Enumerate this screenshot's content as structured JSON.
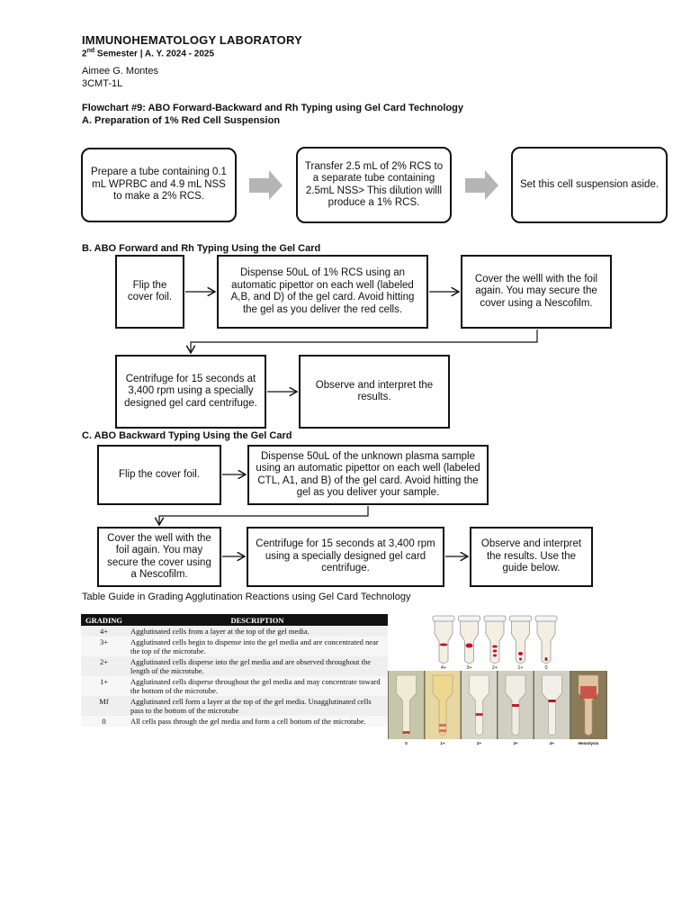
{
  "header": {
    "title": "IMMUNOHEMATOLOGY LABORATORY",
    "semester_num": "2",
    "semester_sup": "nd",
    "semester_rest": " Semester | A. Y. 2024 - 2025",
    "author": "Aimee G. Montes",
    "section": "3CMT-1L"
  },
  "flowchart": {
    "title": "Flowchart #9: ABO Forward-Backward and Rh Typing using Gel Card Technology",
    "section_a": {
      "title": "A. Preparation of 1% Red Cell Suspension",
      "steps": [
        "Prepare a tube containing 0.1 mL WPRBC and 4.9 mL NSS to make a 2% RCS.",
        "Transfer 2.5 mL of 2% RCS to a separate tube containing 2.5mL NSS> This dilution willl produce a 1% RCS.",
        "Set this cell suspension aside."
      ]
    },
    "section_b": {
      "title": "B. ABO Forward and Rh Typing Using the Gel Card",
      "steps": [
        "Flip the cover foil.",
        "Dispense 50uL of 1% RCS using an automatic pipettor on each well (labeled A,B, and D) of the gel card. Avoid hitting the gel as you deliver the red cells.",
        "Cover the welll with the foil again. You may secure the cover using a Nescofilm.",
        "Centrifuge for 15 seconds at 3,400 rpm using a specially designed gel card centrifuge.",
        "Observe and interpret the results."
      ]
    },
    "section_c": {
      "title": "C. ABO Backward Typing Using the Gel Card",
      "steps": [
        "Flip the cover foil.",
        "Dispense 50uL of the unknown plasma sample using an automatic pipettor on each well (labeled CTL, A1, and B) of the gel card. Avoid hitting the gel as you deliver your sample.",
        "Cover the well with the foil again. You may secure the cover using a Nescofilm.",
        "Centrifuge for 15 seconds at 3,400 rpm using a specially designed gel card centrifuge.",
        "Observe and interpret the results.  Use the guide below."
      ]
    }
  },
  "table_guide": {
    "caption": "Table Guide in Grading Agglutination Reactions using Gel Card Technology",
    "headers": [
      "GRADING",
      "DESCRIPTION"
    ],
    "rows": [
      {
        "grade": "4+",
        "desc": "Agglutinated cells from a layer at the top of the gel media."
      },
      {
        "grade": "3+",
        "desc": "Agglutinated cells begin to dispense into the gel media and are concentrated near the top of the microtube."
      },
      {
        "grade": "2+",
        "desc": "Agglutinated cells disperse into the gel media and are observed throughout the length of the microtube."
      },
      {
        "grade": "1+",
        "desc": "Agglutinated cells disperse throughout the gel media and may concentrate toward the bottom of the microtube."
      },
      {
        "grade": "Mf",
        "desc": "Agglutinated cell form a layer at the top of the gel media. Unagglutinated cells pass to the bottom of the microtube"
      },
      {
        "grade": "0",
        "desc": "All cells pass through the gel media and form a cell bottom of the microtube."
      }
    ]
  },
  "figure": {
    "diagram_labels": [
      "4+",
      "3+",
      "2+",
      "1+",
      "0"
    ],
    "photo_labels": [
      "0",
      "1+",
      "2+",
      "3+",
      "4+",
      "Hemolysis"
    ],
    "colors": {
      "blood": "#c0102a",
      "gel": "#f3efe3",
      "photo_bg": "#7a7a68"
    }
  }
}
